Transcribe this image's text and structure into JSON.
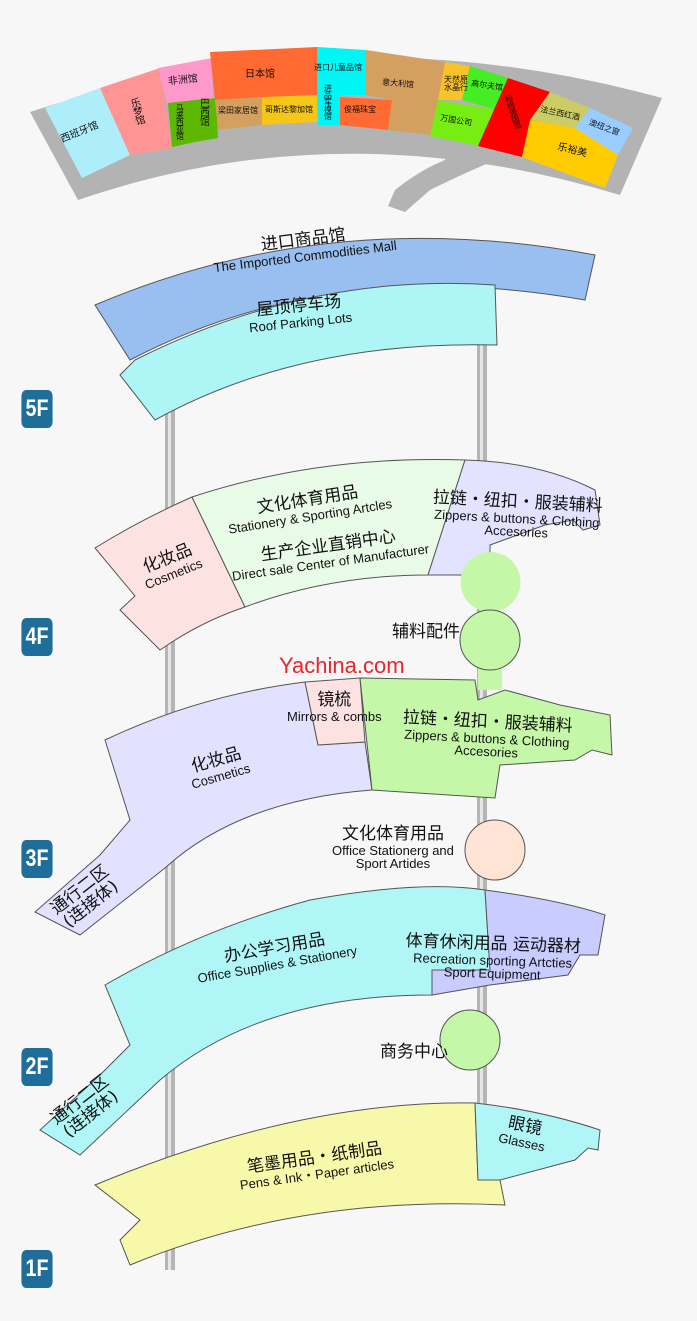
{
  "colors": {
    "badge": "#1f6d99",
    "watermark": "#e8262c",
    "pole": "#b5b5b5"
  },
  "watermark": "Yachina.com",
  "import_map": {
    "shops": [
      "西班牙馆",
      "乐梦馆",
      "非洲馆",
      "马来西亚馆",
      "巴西馆",
      "日本馆",
      "梁田家居馆",
      "哥斯达黎加馆",
      "进口儿童品馆",
      "进品车模馆",
      "俊福珠宝",
      "意大利馆",
      "天然原水晶行",
      "高尔夫馆",
      "万国公司",
      "标榜美国馆",
      "法兰西红酒",
      "澳纽之窗",
      "乐裕美"
    ]
  },
  "floors": {
    "f5": {
      "badge": "5F",
      "zones": [
        {
          "zh": "进口商品馆",
          "en": "The Imported Commodities Mall"
        },
        {
          "zh": "屋顶停车场",
          "en": "Roof Parking Lots"
        }
      ]
    },
    "f4": {
      "badge": "4F",
      "zones": [
        {
          "zh": "化妆品",
          "en": "Cosmetics"
        },
        {
          "zh": "文化体育用品",
          "en": "Stationery & Sporting Artcles"
        },
        {
          "zh": "生产企业直销中心",
          "en": "Direct sale Center of Manufacturer"
        },
        {
          "zh": "拉链・纽扣・服装辅料",
          "en": "Zippers & buttons & Clothing",
          "en2": "Accesories"
        }
      ]
    },
    "f3": {
      "badge": "3F",
      "zones": [
        {
          "zh": "辅料配件"
        },
        {
          "zh": "镜梳",
          "en": "Mirrors & combs"
        },
        {
          "zh": "拉链・纽扣・服装辅料",
          "en": "Zippers & buttons & Clothing",
          "en2": "Accesories"
        },
        {
          "zh": "化妆品",
          "en": "Cosmetics"
        },
        {
          "zh": "通行二区",
          "zh2": "(连接体)"
        }
      ]
    },
    "f2": {
      "badge": "2F",
      "zones": [
        {
          "zh": "文化体育用品",
          "en": "Office Stationerg and",
          "en2": "Sport Artides"
        },
        {
          "zh": "办公学习用品",
          "en": "Office Supplies & Stationery"
        },
        {
          "zh": "体育休闲用品 运动器材",
          "en": "Recreation sporting Artcties",
          "en2": "Sport Equipment"
        },
        {
          "zh": "通行二区",
          "zh2": "(连接体)"
        }
      ]
    },
    "f1": {
      "badge": "1F",
      "zones": [
        {
          "zh": "商务中心"
        },
        {
          "zh": "笔墨用品・纸制品",
          "en": "Pens & Ink・Paper articles"
        },
        {
          "zh": "眼镜",
          "en": "Glasses"
        }
      ]
    }
  }
}
